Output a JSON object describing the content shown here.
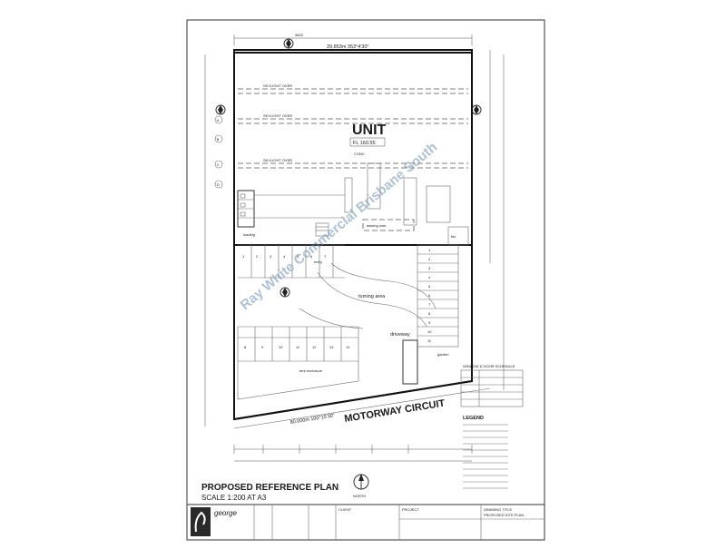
{
  "drawing": {
    "top_dimension": "29.853m  353°4'30\"",
    "unit_label": "UNIT",
    "unit_level": "FL 160.55",
    "conc_label": "CONC.",
    "skylight_label": "SKYLIGHT OVER",
    "loading_label": "loading",
    "entry_label": "entry",
    "awning_label": "awning over",
    "turning_label": "turning area",
    "driveway_label": "driveway",
    "garden_label": "garden",
    "bin_label": "bin",
    "tent_label": "tent enclosure",
    "street_name": "MOTORWAY CIRCUIT",
    "street_dimension": "80.000m  100°15'30\"",
    "grid_letters": [
      "A",
      "B",
      "C",
      "D"
    ],
    "watermark": "Ray White Commercial Brisbane South",
    "north_label": "NORTH",
    "legend_title": "LEGEND",
    "window_schedule_title": "WINDOW & DOOR SCHEDULE",
    "title": "PROPOSED REFERENCE PLAN",
    "scale": "SCALE 1:200 AT A3",
    "company_name": "george",
    "client_label": "CLIENT",
    "project_label": "PROJECT",
    "drawing_title_label": "DRAWING TITLE",
    "drawing_title": "PROPOSED SITE PLAN",
    "parking_left": [
      "1",
      "2",
      "3",
      "4",
      "5",
      "6",
      "7",
      "8",
      "9",
      "10",
      "11",
      "12",
      "13",
      "14"
    ],
    "parking_right": [
      "1",
      "2",
      "3",
      "4",
      "5",
      "6",
      "7",
      "8",
      "9",
      "10",
      "11"
    ]
  }
}
